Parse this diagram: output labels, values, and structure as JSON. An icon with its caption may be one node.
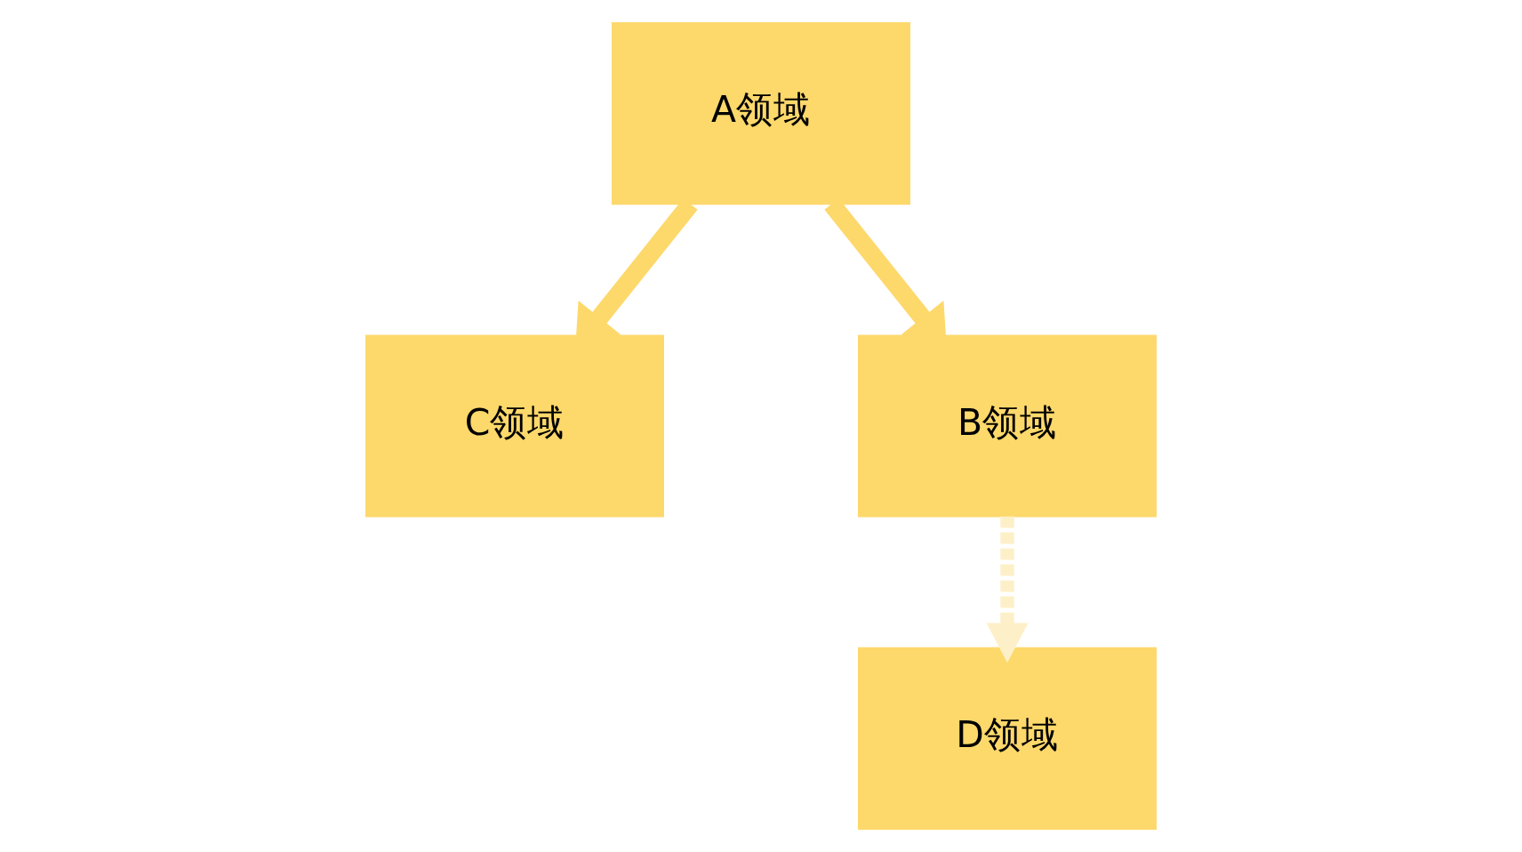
{
  "diagram": {
    "nodes": [
      {
        "text": [
          "C领域"
        ]
      },
      {
        "text": [
          "B领域"
        ]
      },
      {
        "text": [
          "A领域"
        ]
      },
      {
        "text": [
          "D领域"
        ]
      }
    ],
    "edges": [
      {
        "from": 2,
        "to": 0,
        "arrow": "to"
      },
      {
        "from": 2,
        "to": 1,
        "arrow": "to"
      },
      {
        "from": 1,
        "to": 3,
        "arrow": "to",
        "style": "dashed",
        "color": "#fdf0c8"
      }
    ]
  }
}
